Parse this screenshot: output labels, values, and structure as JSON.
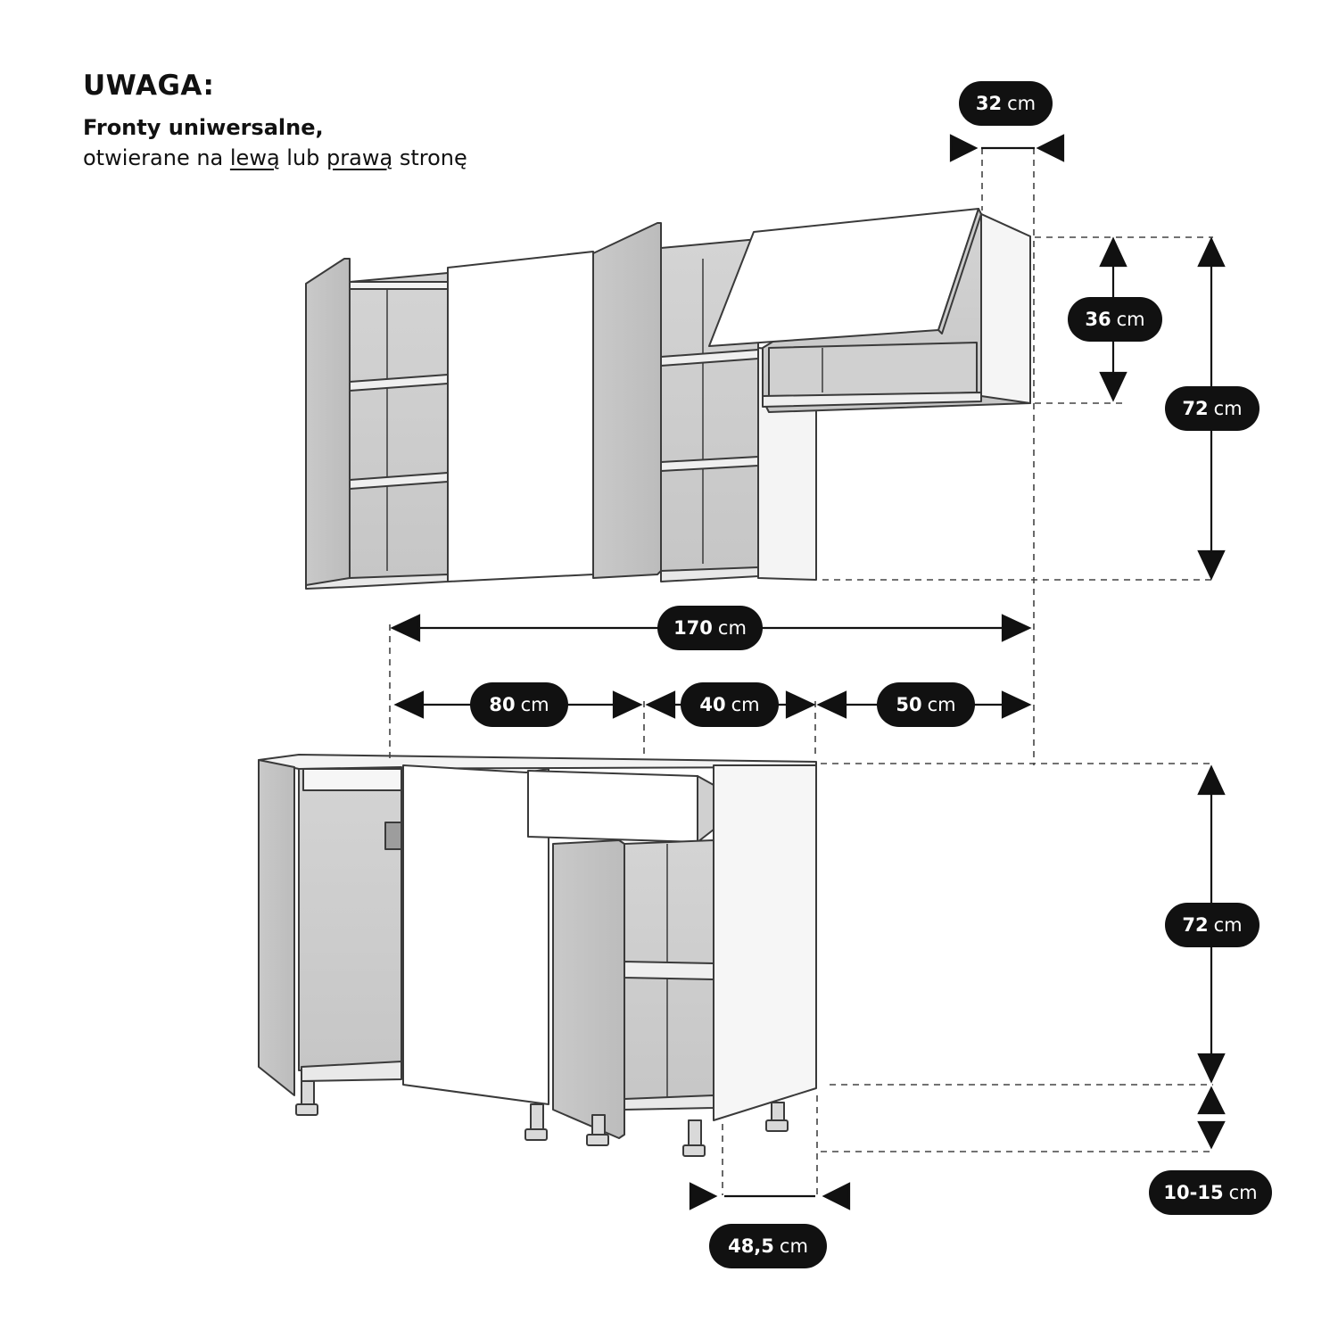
{
  "note": {
    "title": "UWAGA:",
    "subtitle": "Fronty uniwersalne,",
    "line_prefix": "otwierane na ",
    "line_left": "lewą",
    "line_mid": " lub ",
    "line_right": "prawą",
    "line_suffix": " stronę"
  },
  "dimensions": {
    "upper_depth": {
      "value": "32",
      "unit": "cm"
    },
    "upper_hood_height": {
      "value": "36",
      "unit": "cm"
    },
    "upper_height": {
      "value": "72",
      "unit": "cm"
    },
    "total_width": {
      "value": "170",
      "unit": "cm"
    },
    "base_width_1": {
      "value": "80",
      "unit": "cm"
    },
    "base_width_2": {
      "value": "40",
      "unit": "cm"
    },
    "base_width_3": {
      "value": "50",
      "unit": "cm"
    },
    "base_height": {
      "value": "72",
      "unit": "cm"
    },
    "leg_height": {
      "value": "10-15",
      "unit": "cm"
    },
    "base_depth": {
      "value": "48,5",
      "unit": "cm"
    }
  }
}
